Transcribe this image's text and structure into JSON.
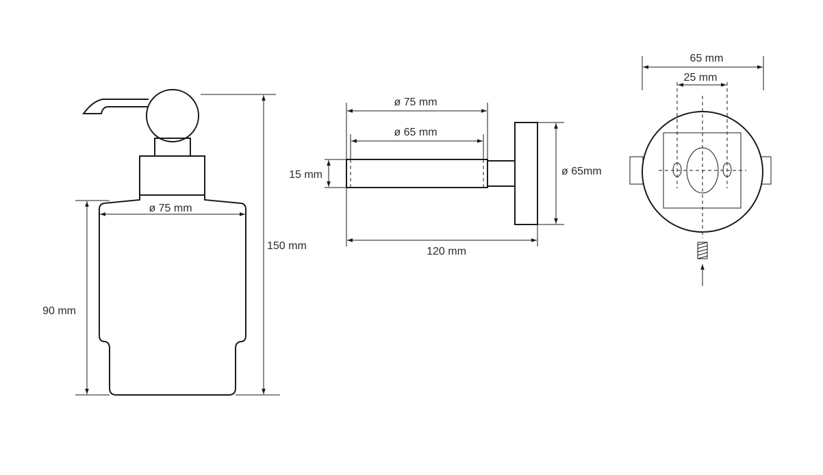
{
  "soap_dispenser_view": {
    "dim_width_label": "ø 75 mm",
    "dim_glass_height_label": "90 mm",
    "dim_total_height_label": "150 mm"
  },
  "side_view": {
    "dim_outer_diameter_label": "ø 75 mm",
    "dim_inner_diameter_label": "ø 65 mm",
    "dim_thickness_label": "15 mm",
    "dim_plate_diameter_label": "ø 65mm",
    "dim_depth_label": "120 mm"
  },
  "back_view": {
    "dim_plate_width_label": "65 mm",
    "dim_hole_spacing_label": "25 mm"
  }
}
